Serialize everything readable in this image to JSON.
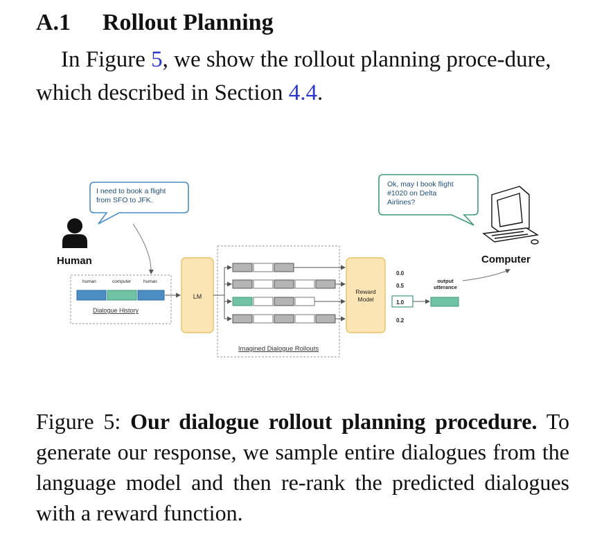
{
  "section": {
    "number": "A.1",
    "title": "Rollout Planning"
  },
  "intro": {
    "part1": "In Figure ",
    "figure_ref": "5",
    "part2": ", we show the rollout planning proce-dure, which described in Section ",
    "section_ref": "4.4",
    "part3": "."
  },
  "figure": {
    "human_label": "Human",
    "computer_label": "Computer",
    "human_bubble": [
      "I need to book a flight",
      "from SFO to JFK."
    ],
    "computer_bubble": [
      "Ok, may I book flight",
      "#1020 on Delta",
      "Airlines?"
    ],
    "history_speakers": [
      "human",
      "computer",
      "human"
    ],
    "history_label": "Dialogue History",
    "lm_label": "LM",
    "rollouts_label": "Imagined Dialogue Rollouts",
    "reward_label": [
      "Reward",
      "Model"
    ],
    "scores": [
      "0.0",
      "0.5",
      "1.0",
      "0.2"
    ],
    "selected_score": "1.0",
    "output_label": [
      "output",
      "utterance"
    ],
    "colors": {
      "blue": "#4a8ec4",
      "green": "#6fc3a3",
      "gray": "#b4b4b4",
      "lm_fill": "#fbe5b4",
      "lm_stroke": "#e8c264"
    }
  },
  "caption": {
    "prefix": "Figure 5: ",
    "bold": "Our dialogue rollout planning procedure.",
    "text": " To generate our response, we sample entire dialogues from the language model and then re-rank the predicted dialogues with a reward function."
  }
}
